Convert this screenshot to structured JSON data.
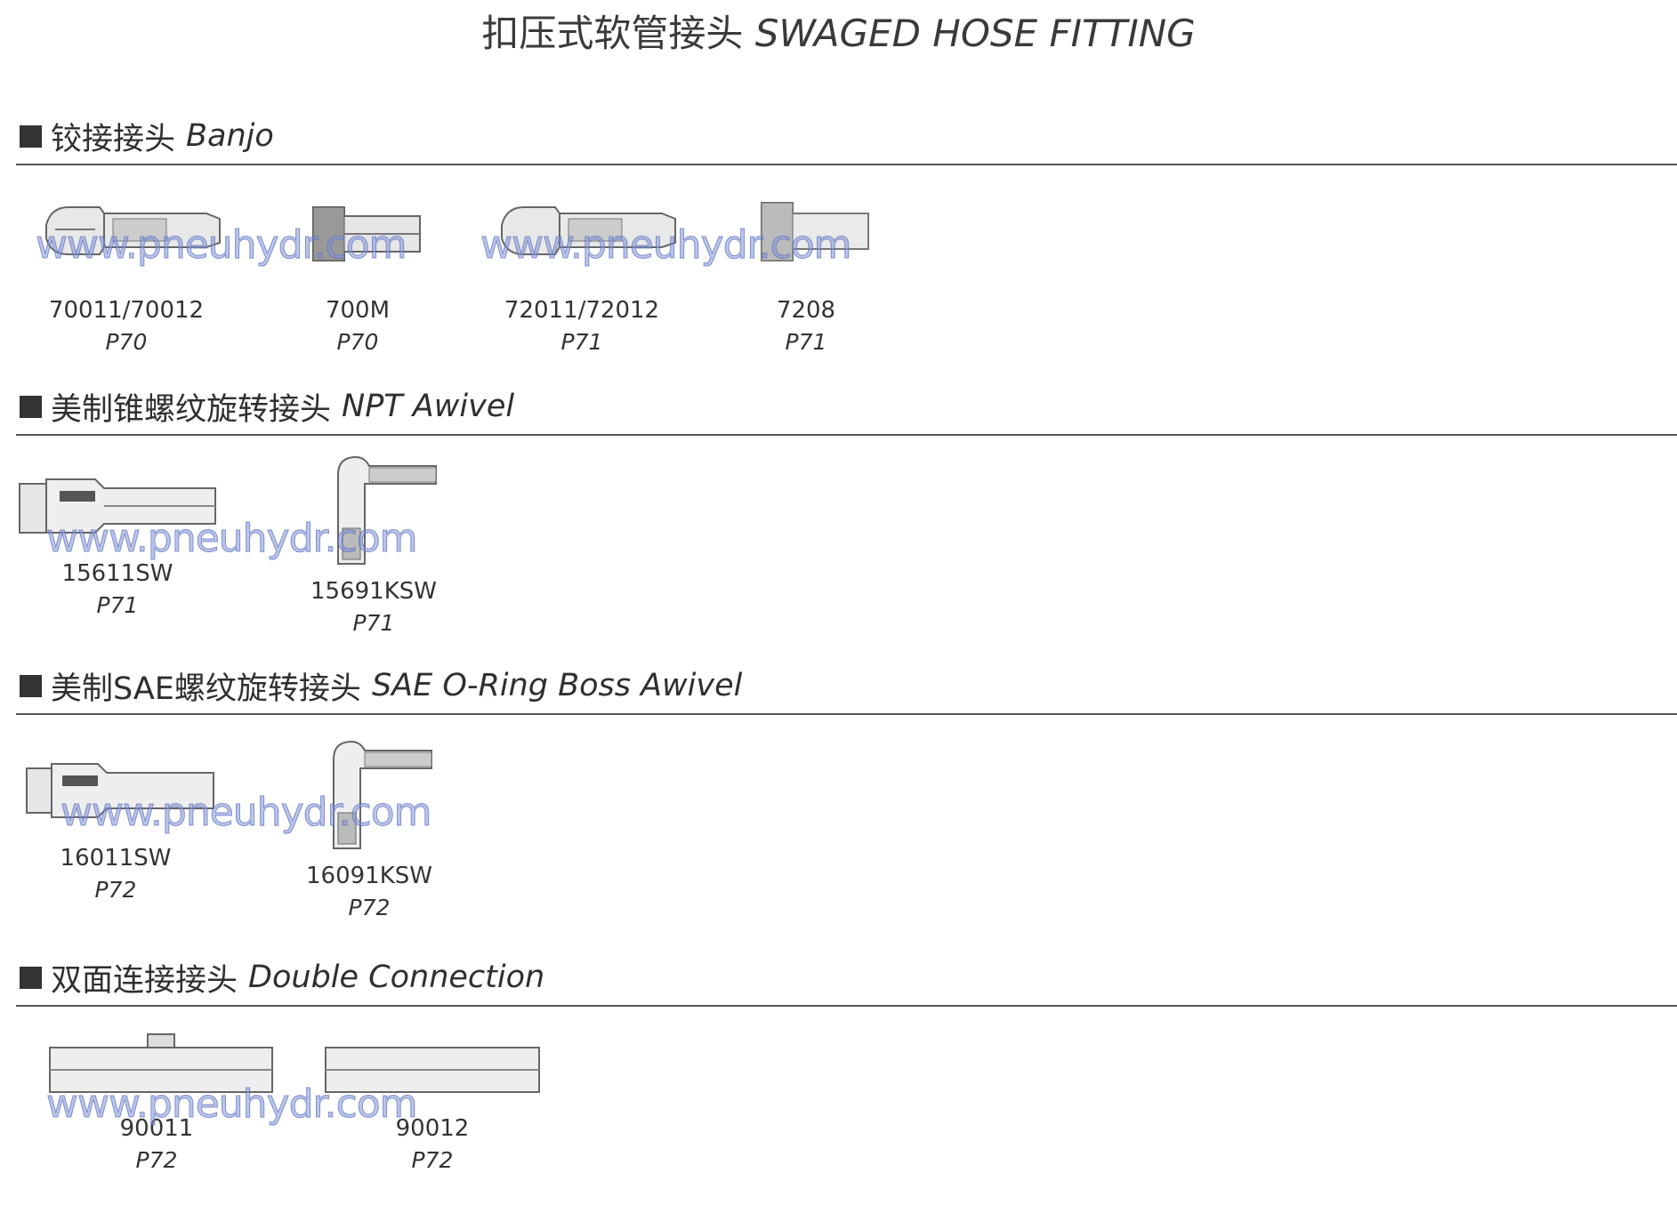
{
  "title": {
    "cn": "扣压式软管接头",
    "en": "SWAGED HOSE FITTING"
  },
  "watermark": "www.pneuhydr.com",
  "sections": [
    {
      "cn": "铰接接头",
      "en": "Banjo",
      "items": [
        {
          "part": "70011/70012",
          "page": "P70",
          "icon": "banjo-fitting-drawing"
        },
        {
          "part": "700M",
          "page": "P70",
          "icon": "banjo-bolt-drawing"
        },
        {
          "part": "72011/72012",
          "page": "P71",
          "icon": "banjo-fitting-drawing"
        },
        {
          "part": "7208",
          "page": "P71",
          "icon": "banjo-bolt-drawing"
        }
      ]
    },
    {
      "cn": "美制锥螺纹旋转接头",
      "en": "NPT Awivel",
      "items": [
        {
          "part": "15611SW",
          "page": "P71",
          "icon": "straight-swivel-drawing"
        },
        {
          "part": "15691KSW",
          "page": "P71",
          "icon": "elbow-swivel-drawing"
        }
      ]
    },
    {
      "cn": "美制SAE螺纹旋转接头",
      "en": "SAE O-Ring Boss Awivel",
      "items": [
        {
          "part": "16011SW",
          "page": "P72",
          "icon": "straight-swivel-drawing"
        },
        {
          "part": "16091KSW",
          "page": "P72",
          "icon": "elbow-swivel-drawing"
        }
      ]
    },
    {
      "cn": "双面连接接头",
      "en": "Double Connection",
      "items": [
        {
          "part": "90011",
          "page": "P72",
          "icon": "double-hose-drawing"
        },
        {
          "part": "90012",
          "page": "P72",
          "icon": "double-hose-drawing"
        }
      ]
    }
  ]
}
